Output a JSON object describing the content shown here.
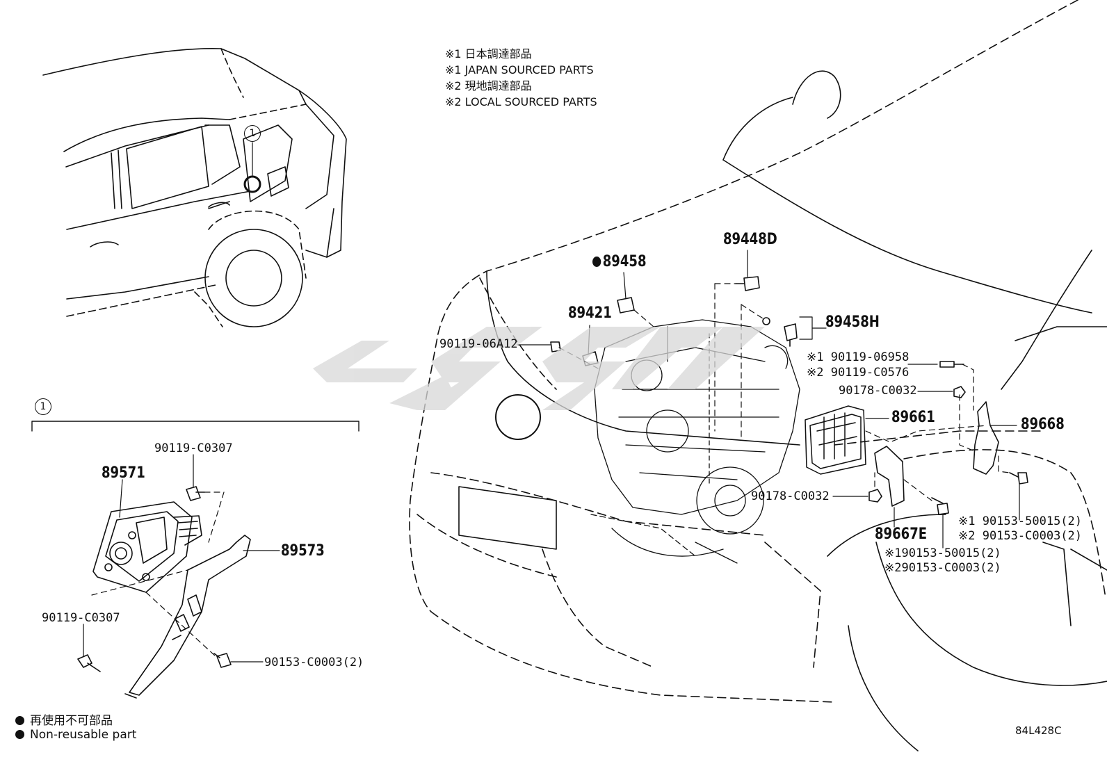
{
  "notes": [
    "※1 日本調達部品",
    "※1 JAPAN SOURCED PARTS",
    "※2 現地調達部品",
    "※2 LOCAL SOURCED PARTS"
  ],
  "callout_marker": "1",
  "parts": {
    "p89458": "89458",
    "p89448D": "89448D",
    "p89421": "89421",
    "p89458H": "89458H",
    "p90119_06A12": "90119-06A12",
    "p90119_06958": "※1 90119-06958",
    "p90119_C0576": "※2 90119-C0576",
    "p90178_C0032_top": "90178-C0032",
    "p89661": "89661",
    "p89668": "89668",
    "p90178_C0032_mid": "90178-C0032",
    "p89667E": "89667E",
    "p90153_50015_r": "※1 90153-50015(2)",
    "p90153_C0003_r": "※2 90153-C0003(2)",
    "p90153_50015_c": "※190153-50015(2)",
    "p90153_C0003_c": "※290153-C0003(2)",
    "p90119_C0307_a": "90119-C0307",
    "p89571": "89571",
    "p89573": "89573",
    "p90119_C0307_b": "90119-C0307",
    "p90153_C0003_l": "90153-C0003(2)"
  },
  "legend": {
    "jp": "再使用不可部品",
    "en": "Non-reusable part"
  },
  "diagram_code": "84L428C"
}
